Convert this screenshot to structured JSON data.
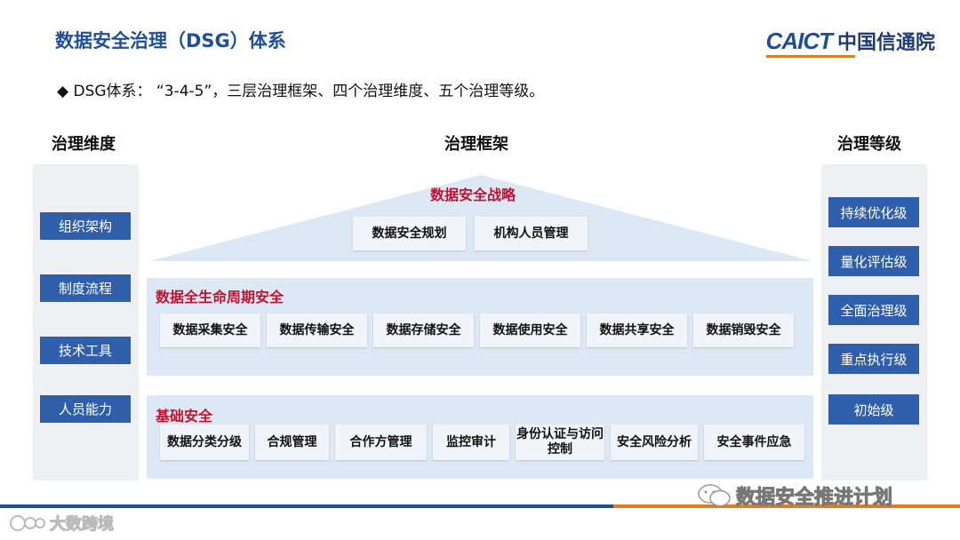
{
  "title": "数据安全治理（DSG）体系",
  "logo": {
    "en": "CAICT",
    "cn": "中国信通院"
  },
  "subtitle": "◆ DSG体系：  “3-4-5”，三层治理框架、四个治理维度、五个治理等级。",
  "headings": {
    "left": "治理维度",
    "center": "治理框架",
    "right": "治理等级"
  },
  "dimensions": [
    "组织架构",
    "制度流程",
    "技术工具",
    "人员能力"
  ],
  "levels": [
    "持续优化级",
    "量化评估级",
    "全面治理级",
    "重点执行级",
    "初始级"
  ],
  "strategy": {
    "title": "数据安全战略",
    "items": [
      "数据安全规划",
      "机构人员管理"
    ]
  },
  "lifecycle": {
    "title": "数据全生命周期安全",
    "items": [
      "数据采集安全",
      "数据传输安全",
      "数据存储安全",
      "数据使用安全",
      "数据共享安全",
      "数据销毁安全"
    ]
  },
  "foundation": {
    "title": "基础安全",
    "items": [
      "数据分类分级",
      "合规管理",
      "合作方管理",
      "监控审计",
      "身份认证与访问控制",
      "安全风险分析",
      "安全事件应急"
    ]
  },
  "watermarks": {
    "wechat": "数据安全推进计划",
    "corner": "大数跨境"
  },
  "colors": {
    "accent_blue": "#2f5fab",
    "title_blue": "#1f4e9c",
    "red": "#c8102e",
    "orange": "#e47a1f"
  }
}
